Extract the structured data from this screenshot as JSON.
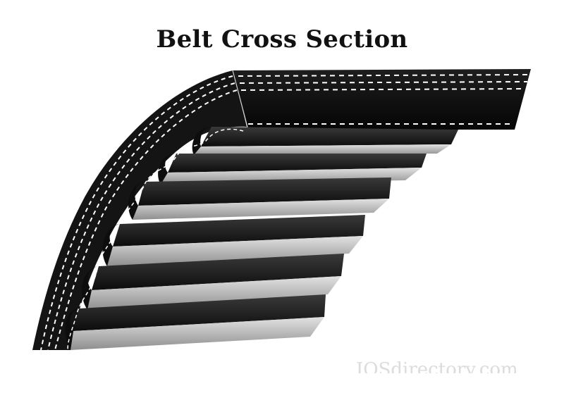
{
  "diagram": {
    "title": "Belt Cross Section",
    "colors": {
      "belt": "#141414",
      "tooth_face": "#bdbdbd",
      "tooth_side": "#2a2a2a",
      "cord": "#ffffff"
    },
    "teeth_count": 6
  },
  "watermark": {
    "text": "IQSdirectory.com"
  }
}
